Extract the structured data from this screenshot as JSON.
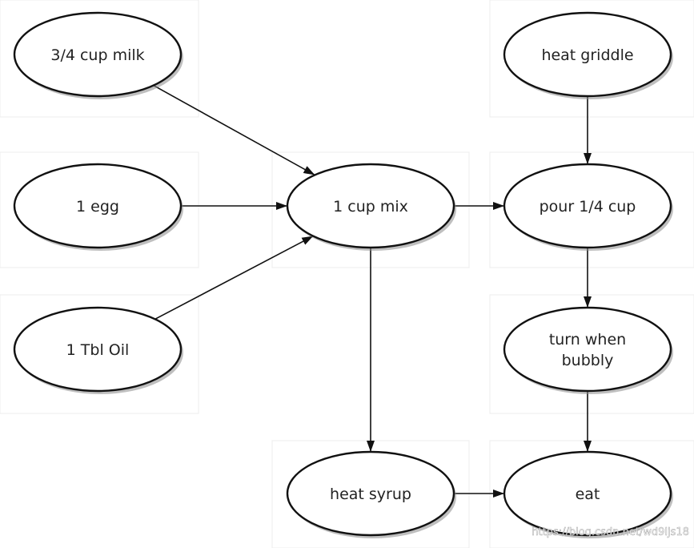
{
  "nodes": [
    {
      "id": "milk",
      "lines": [
        "3/4 cup milk"
      ]
    },
    {
      "id": "egg",
      "lines": [
        "1 egg"
      ]
    },
    {
      "id": "oil",
      "lines": [
        "1 Tbl Oil"
      ]
    },
    {
      "id": "mix",
      "lines": [
        "1 cup mix"
      ]
    },
    {
      "id": "griddle",
      "lines": [
        "heat griddle"
      ]
    },
    {
      "id": "pour",
      "lines": [
        "pour 1/4 cup"
      ]
    },
    {
      "id": "turn",
      "lines": [
        "turn when",
        "bubbly"
      ]
    },
    {
      "id": "syrup",
      "lines": [
        "heat syrup"
      ]
    },
    {
      "id": "eat",
      "lines": [
        "eat"
      ]
    }
  ],
  "edges": [
    {
      "from": "milk",
      "to": "mix"
    },
    {
      "from": "egg",
      "to": "mix"
    },
    {
      "from": "oil",
      "to": "mix"
    },
    {
      "from": "mix",
      "to": "pour"
    },
    {
      "from": "mix",
      "to": "syrup"
    },
    {
      "from": "griddle",
      "to": "pour"
    },
    {
      "from": "pour",
      "to": "turn"
    },
    {
      "from": "turn",
      "to": "eat"
    },
    {
      "from": "syrup",
      "to": "eat"
    }
  ],
  "watermark": "https://blog.csdn.net/wd9ljs18"
}
